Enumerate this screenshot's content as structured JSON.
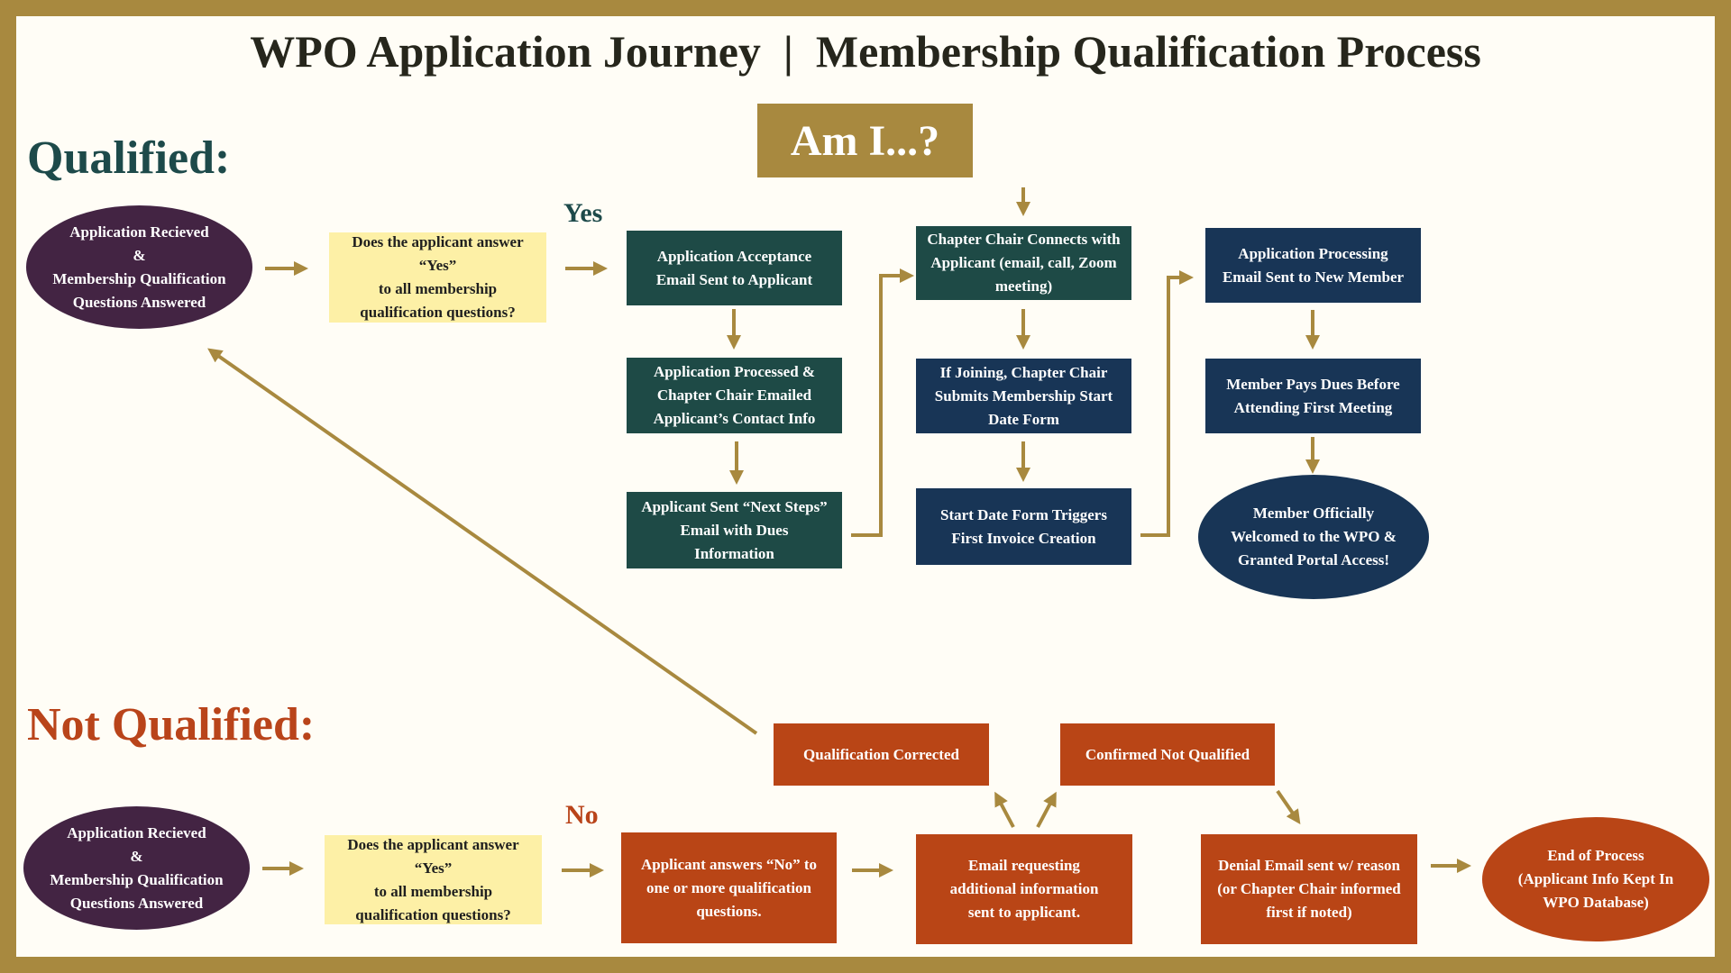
{
  "title": "WPO Application Journey  |  Membership Qualification Process",
  "center_label": "Am I...?",
  "colors": {
    "gold": "#a8893f",
    "green": "#1e4a46",
    "navy": "#183556",
    "orange": "#b94516",
    "plum": "#432443",
    "yellow": "#fdf0a6"
  },
  "qualified": {
    "heading": "Qualified:",
    "yes_label": "Yes",
    "start": "Application Recieved\n&\nMembership Qualification\nQuestions Answered",
    "question": "Does the applicant answer\n“Yes”\nto all membership\nqualification questions?",
    "steps": [
      "Application Acceptance\nEmail Sent to Applicant",
      "Application Processed &\nChapter Chair Emailed\nApplicant’s Contact Info",
      "Applicant Sent “Next Steps”\nEmail with Dues\nInformation",
      "Chapter Chair Connects with\nApplicant (email, call, Zoom\nmeeting)",
      "If Joining, Chapter Chair\nSubmits Membership Start\nDate Form",
      "Start Date Form Triggers\nFirst Invoice Creation",
      "Application Processing\nEmail Sent to New Member",
      "Member Pays Dues Before\nAttending First Meeting"
    ],
    "end": "Member Officially\nWelcomed to the WPO &\nGranted Portal Access!"
  },
  "not_qualified": {
    "heading": "Not Qualified:",
    "no_label": "No",
    "start": "Application Recieved\n&\nMembership Qualification\nQuestions Answered",
    "question": "Does the applicant answer\n“Yes”\nto all membership\nqualification questions?",
    "steps": [
      "Applicant answers “No” to\none or more qualification\nquestions.",
      "Email requesting\nadditional information\nsent to applicant.",
      "Qualification Corrected",
      "Confirmed Not Qualified",
      "Denial Email sent w/ reason\n(or Chapter Chair informed\nfirst if noted)"
    ],
    "end": "End of Process\n(Applicant Info Kept In\nWPO Database)"
  }
}
